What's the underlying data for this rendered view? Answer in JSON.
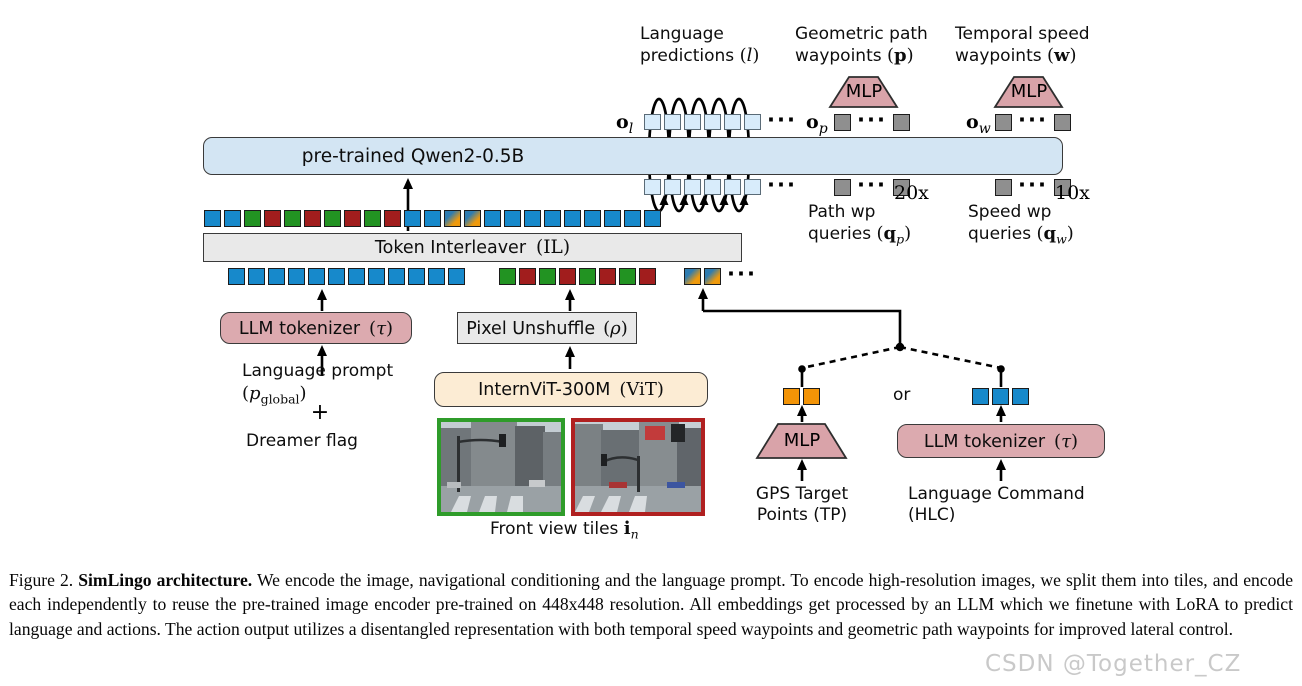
{
  "syms": {
    "lp": "(",
    "rp": ")",
    "dots": "···",
    "plus": "+"
  },
  "palette": {
    "blue": "#1789cb",
    "green": "#229322",
    "red": "#a11d1d",
    "light": "#d8ecfb",
    "gray": "#8f8f8f",
    "orange": "#f39407",
    "grad_from": "#2f7cb0",
    "grad_to": "#ef9a0c",
    "qwen_fill": "#d3e5f3",
    "pink_fill": "#dcaaaf",
    "gray_fill": "#e9e9e9",
    "cream_fill": "#fcecd4"
  },
  "top_labels": {
    "language_predictions": {
      "line1": "Language",
      "line2_text": "predictions ",
      "math": "l"
    },
    "geometric_path": {
      "line1": "Geometric path",
      "line2_text": "waypoints ",
      "math": "p"
    },
    "temporal_speed": {
      "line1": "Temporal speed",
      "line2_text": "waypoints ",
      "math": "w"
    }
  },
  "mlp": {
    "path": "MLP",
    "speed": "MLP",
    "target": "MLP"
  },
  "outputs": {
    "ol": {
      "base": "o",
      "sub": "l"
    },
    "op": {
      "base": "o",
      "sub": "p"
    },
    "ow": {
      "base": "o",
      "sub": "w"
    }
  },
  "qwen_bar": {
    "label": "pre-trained Qwen2-0.5B"
  },
  "queries": {
    "path": {
      "line1": "Path wp",
      "line2_text": "queries ",
      "base": "q",
      "sub": "p",
      "mult": "20x"
    },
    "speed": {
      "line1": "Speed wp",
      "line2_text": "queries ",
      "base": "q",
      "sub": "w",
      "mult": "10x"
    }
  },
  "interleaver": {
    "label": "Token Interleaver",
    "math": "IL"
  },
  "encoders": {
    "llm_tokenizer_left": {
      "label": "LLM tokenizer",
      "math": "τ"
    },
    "pixel_unshuffle": {
      "label": "Pixel Unshuffle",
      "math": "ρ"
    },
    "internvit": {
      "label": "InternViT-300M",
      "math": "ViT"
    },
    "llm_tokenizer_right": {
      "label": "LLM tokenizer",
      "math": "τ"
    }
  },
  "prompt_block": {
    "line1": "Language prompt",
    "p_base": "p",
    "p_sub": "global",
    "line3": "Dreamer flag"
  },
  "front_view": {
    "label": "Front view tiles ",
    "base": "i",
    "sub": "n"
  },
  "nav_block": {
    "or": "or",
    "gps_line1": "GPS Target",
    "gps_line2": "Points (TP)",
    "cmd_line1": "Language Command",
    "cmd_line2": "(HLC)"
  },
  "tokens": {
    "ol_out": [
      "light",
      "light",
      "light",
      "light",
      "light",
      "light",
      "dots"
    ],
    "ol_in": [
      "light",
      "light",
      "light",
      "light",
      "light",
      "light",
      "dots"
    ],
    "op_out": [
      "gray",
      "dots",
      "gray"
    ],
    "ow_out": [
      "gray",
      "dots",
      "gray"
    ],
    "qp_in": [
      "gray",
      "dots",
      "gray"
    ],
    "qw_in": [
      "gray",
      "dots",
      "gray"
    ],
    "interleaved": [
      "blue",
      "blue",
      "green",
      "red",
      "green",
      "red",
      "green",
      "red",
      "green",
      "red",
      "blue",
      "blue",
      "grad",
      "grad",
      "blue",
      "blue",
      "blue",
      "blue",
      "blue",
      "blue",
      "blue",
      "blue",
      "blue"
    ],
    "text_tokens": [
      "blue",
      "blue",
      "blue",
      "blue",
      "blue",
      "blue",
      "blue",
      "blue",
      "blue",
      "blue",
      "blue",
      "blue"
    ],
    "image_tokens": [
      "green",
      "red",
      "green",
      "red",
      "green",
      "red",
      "green",
      "red"
    ],
    "nav_tokens": [
      "grad",
      "grad",
      "dots"
    ],
    "target_point_tokens": [
      "orange",
      "orange"
    ],
    "command_tokens": [
      "blue",
      "blue",
      "blue"
    ]
  },
  "caption": {
    "prefix": "Figure 2.",
    "bold": " SimLingo architecture.",
    "body": " We encode the image, navigational conditioning and the language prompt. To encode high-resolution images, we split them into tiles, and encode each independently to reuse the pre-trained image encoder pre-trained on 448x448 resolution. All embeddings get processed by an LLM which we finetune with LoRA to predict language and actions. The action output utilizes a disentangled representation with both temporal speed waypoints and geometric path waypoints for improved lateral control."
  },
  "watermark": "CSDN @Together_CZ"
}
